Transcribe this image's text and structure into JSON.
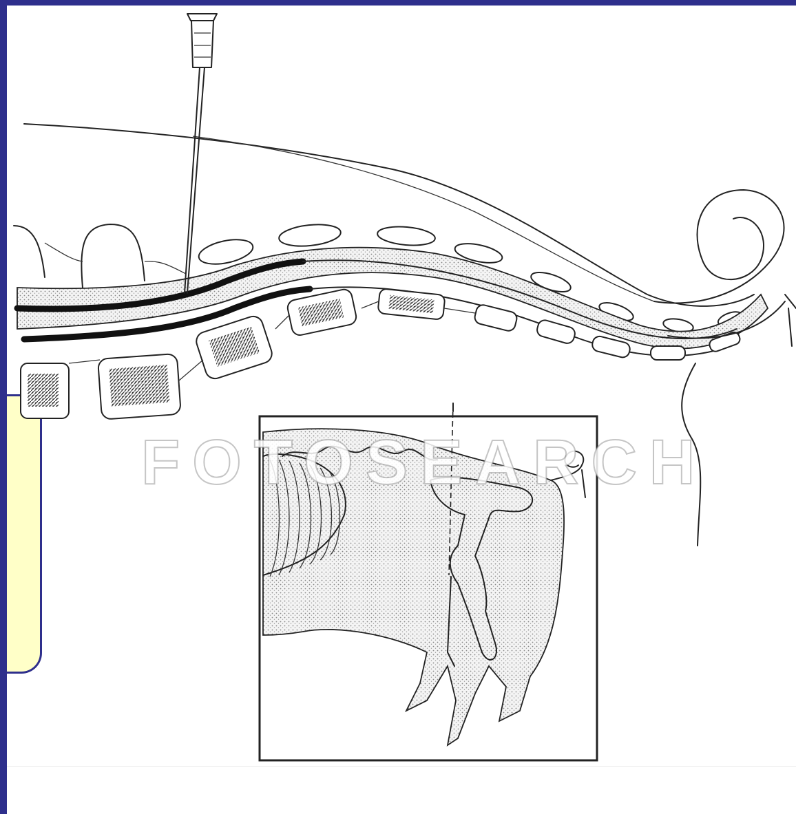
{
  "slide": {
    "background": "#2e2f8c",
    "canvas": "#ffffff",
    "callout_color": "#ffffc8"
  },
  "watermark": {
    "text": "FOTOSEARCH"
  },
  "illustration": {
    "main": "spine-and-tail-cross-section-with-needle",
    "inset": "pig-side-view-with-injection-site"
  }
}
